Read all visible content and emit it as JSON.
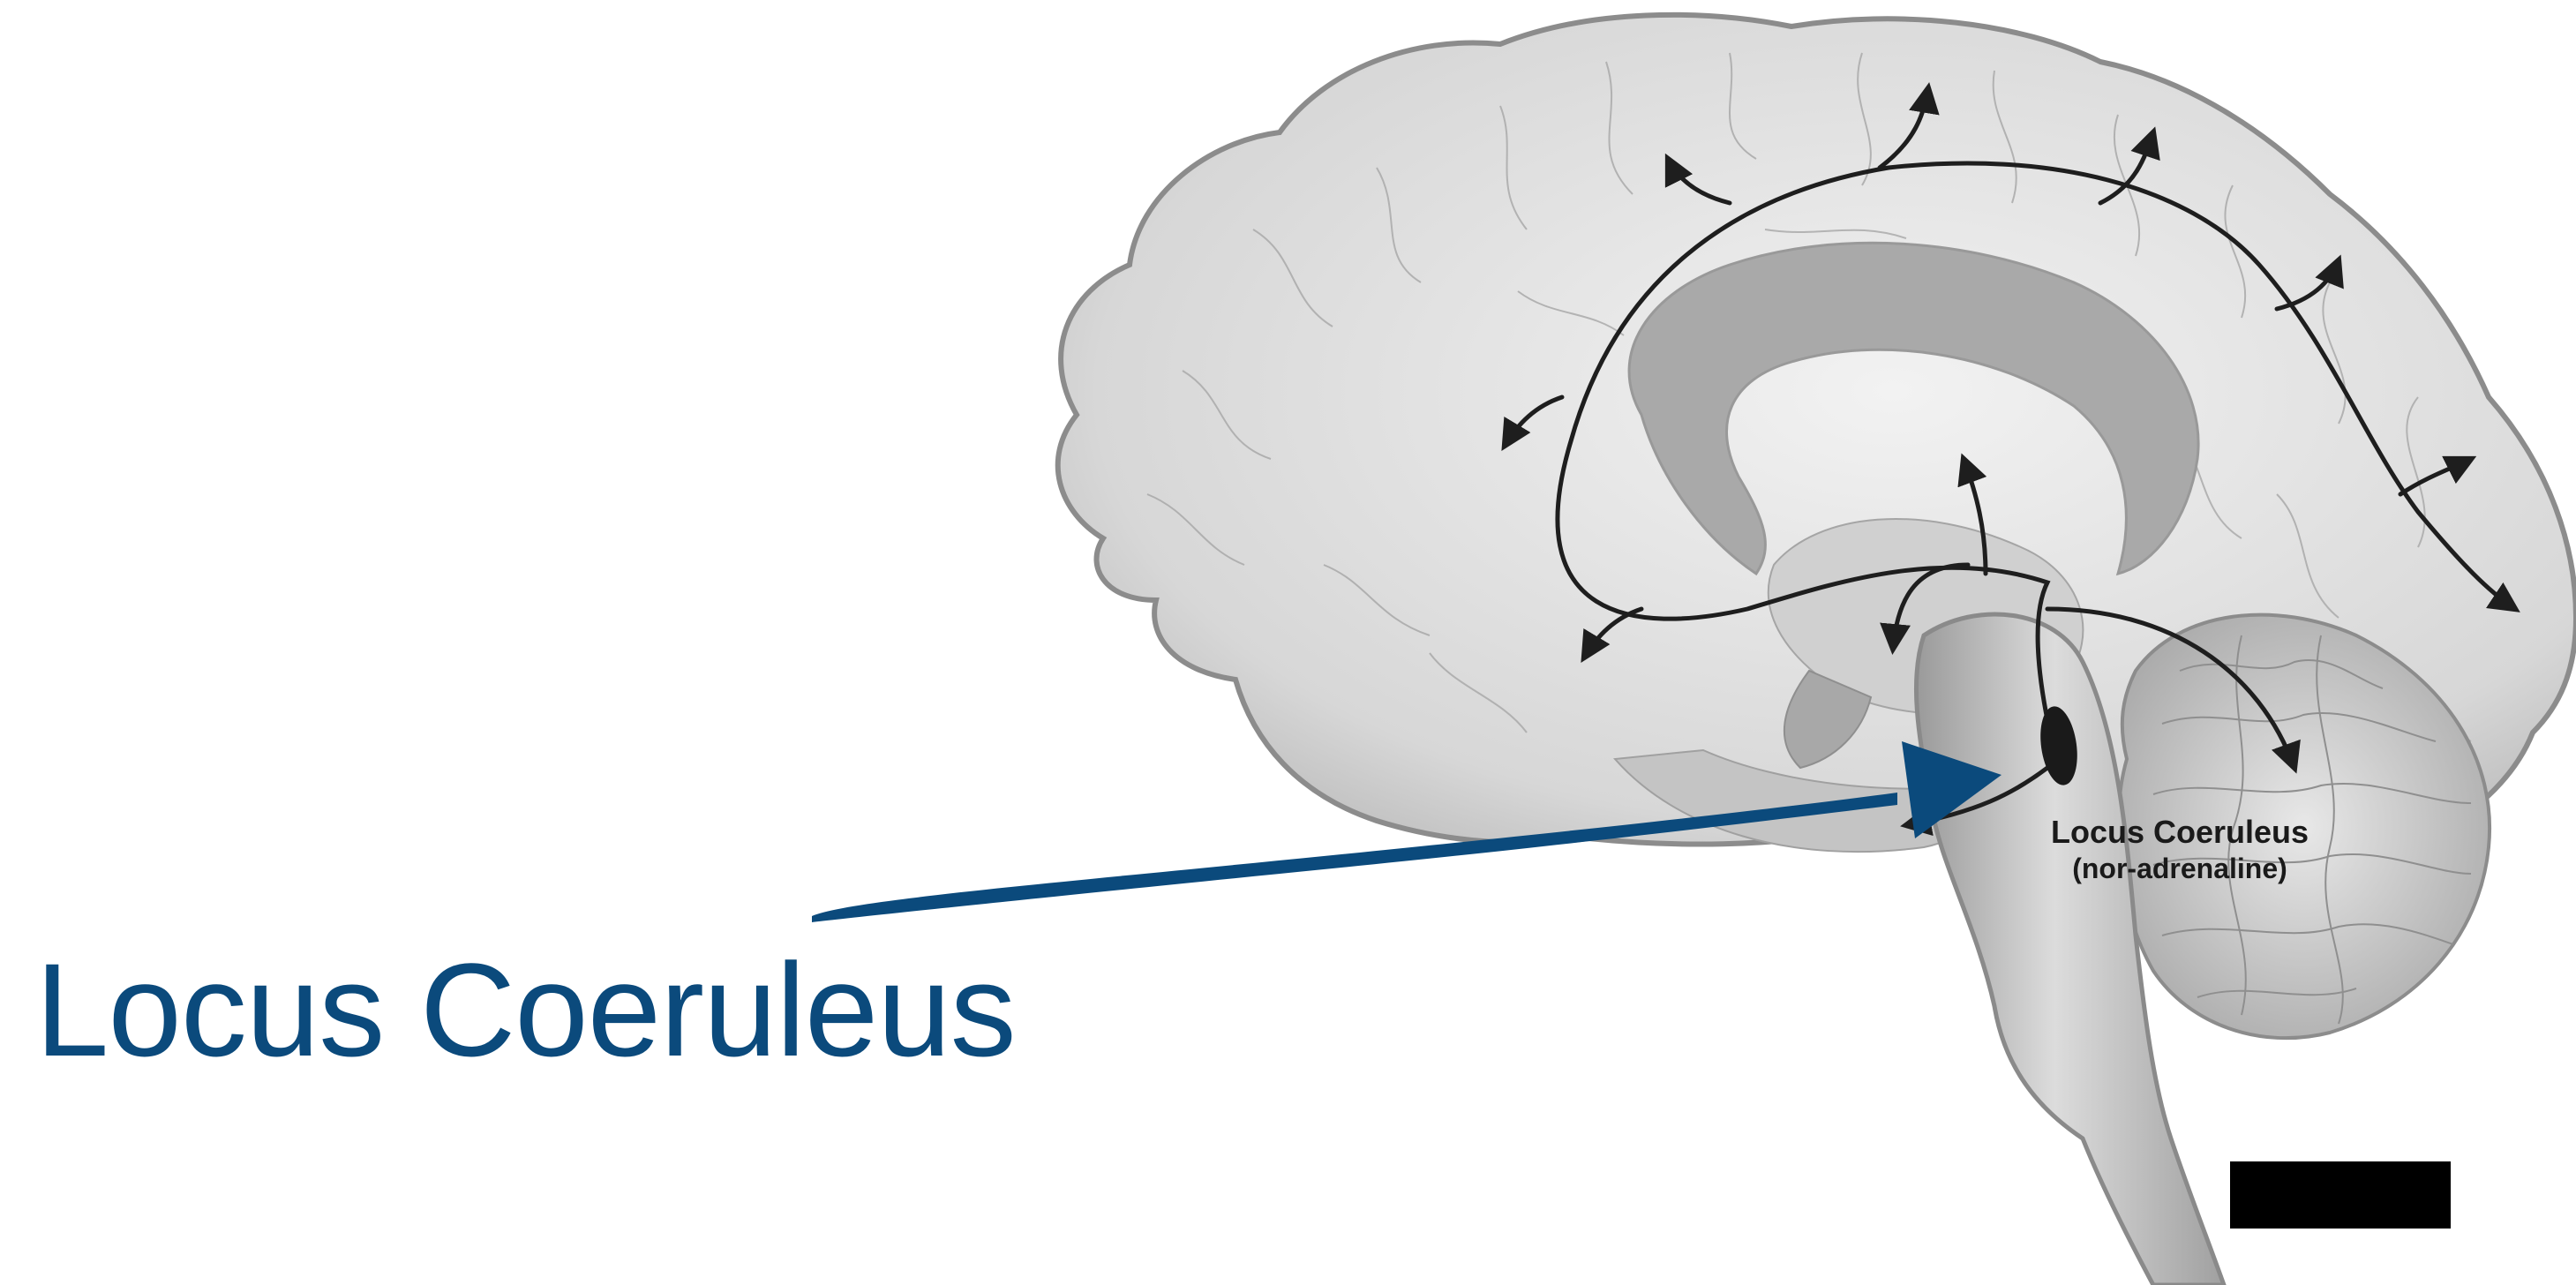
{
  "slide": {
    "title": "Locus Coeruleus",
    "accent_color": "#0b4a7c"
  },
  "diagram": {
    "label_name": "Locus Coeruleus",
    "label_transmitter": "(nor-adrenaline)"
  }
}
